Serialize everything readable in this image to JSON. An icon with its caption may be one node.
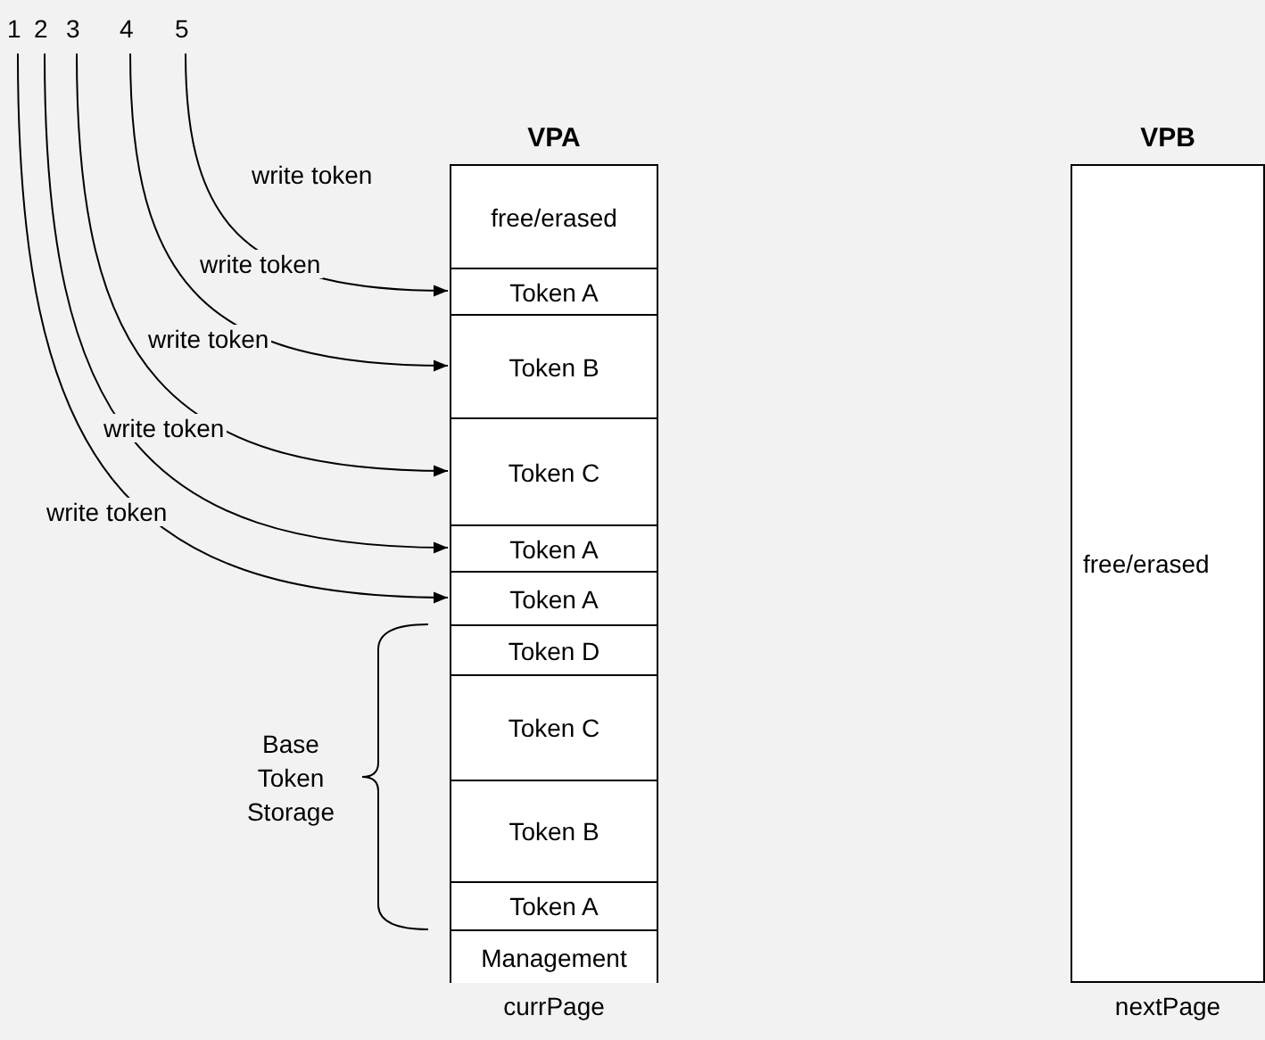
{
  "diagram": {
    "nodes": [
      {
        "text": [
          "1"
        ]
      },
      {
        "text": [
          "2"
        ]
      },
      {
        "text": [
          "3"
        ]
      },
      {
        "text": [
          "4"
        ]
      },
      {
        "text": [
          "5"
        ]
      },
      {
        "text": [
          "VPA"
        ],
        "beside": [
          "currPage"
        ]
      },
      {
        "text": [
          "free/erased"
        ],
        "in": 5
      },
      {
        "text": [
          "Token A"
        ],
        "in": 5
      },
      {
        "text": [
          "Token B"
        ],
        "in": 5
      },
      {
        "text": [
          "Token C"
        ],
        "in": 5
      },
      {
        "text": [
          "Token A"
        ],
        "in": 5
      },
      {
        "text": [
          "Token A"
        ],
        "in": 5
      },
      {
        "text": [
          "Token D"
        ],
        "in": 5
      },
      {
        "text": [
          "Token C"
        ],
        "in": 5
      },
      {
        "text": [
          "Token B"
        ],
        "in": 5
      },
      {
        "text": [
          "Token A"
        ],
        "in": 5
      },
      {
        "text": [
          "Management"
        ],
        "in": 5
      },
      {
        "text": [
          "VPB",
          "free/erased"
        ],
        "beside": [
          "nextPage"
        ]
      }
    ],
    "edges": [
      {
        "from": 4,
        "to": 7,
        "arrow": "to",
        "label": "write token"
      },
      {
        "from": 3,
        "to": 8,
        "arrow": "to",
        "label": "write token"
      },
      {
        "from": 2,
        "to": 9,
        "arrow": "to",
        "label": "write token"
      },
      {
        "from": 1,
        "to": 10,
        "arrow": "to",
        "label": "write token"
      },
      {
        "from": 0,
        "to": 11,
        "arrow": "to",
        "label": "write token"
      }
    ],
    "labels": [
      "Base Token Storage"
    ]
  }
}
